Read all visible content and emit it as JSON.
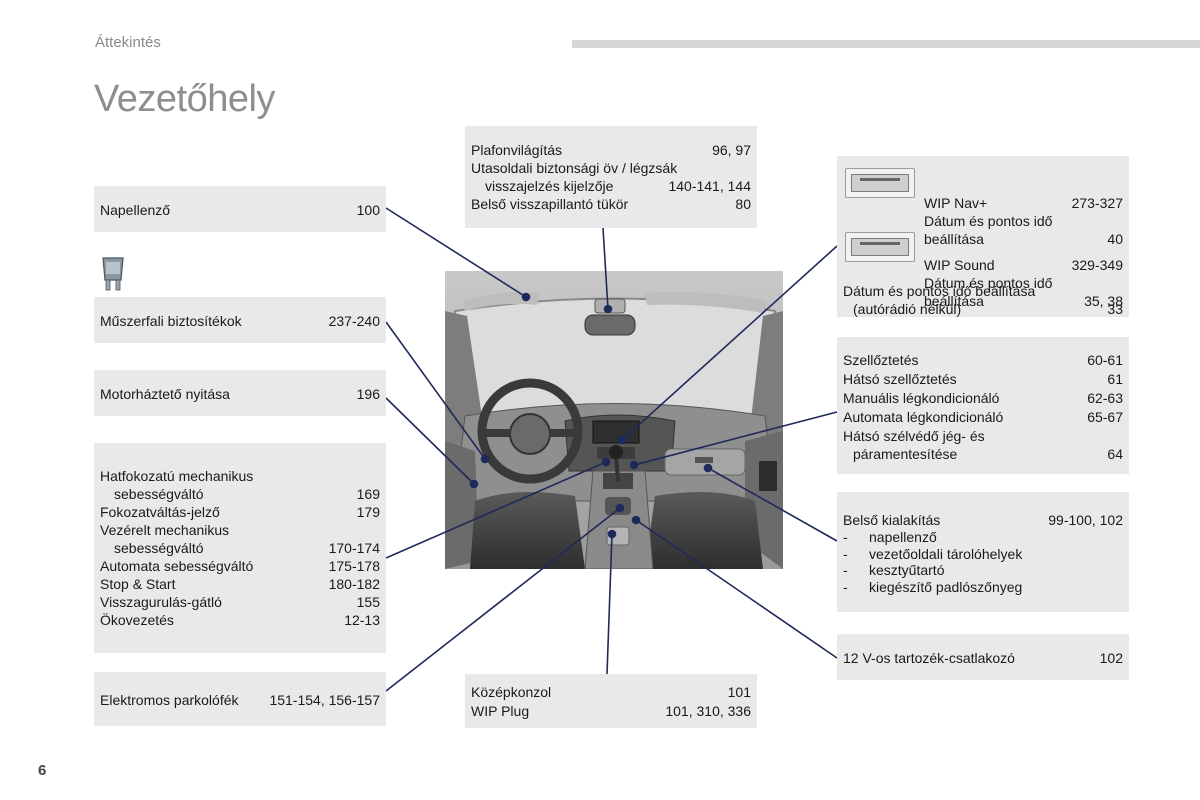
{
  "header": {
    "section": "Áttekintés",
    "title": "Vezetőhely"
  },
  "page_number": "6",
  "colors": {
    "box_bg": "#e9e9e9",
    "leader_line": "#1e2a5a",
    "title_gray": "#8e8e8e"
  },
  "left": {
    "napellenzo": {
      "label": "Napellenző",
      "ref": "100"
    },
    "fuse_icon": "fuse-icon",
    "biztositekok": {
      "label": "Műszerfali biztosítékok",
      "ref": "237-240"
    },
    "motorhazteto": {
      "label": "Motorháztető nyitása",
      "ref": "196"
    },
    "gearbox": [
      {
        "l1": "Hatfokozatú mechanikus",
        "l2": "sebességváltó",
        "ref": "169"
      },
      {
        "l1": "Fokozatváltás-jelző",
        "ref": "179"
      },
      {
        "l1": "Vezérelt mechanikus",
        "l2": "sebességváltó",
        "ref": "170-174"
      },
      {
        "l1": "Automata sebességváltó",
        "ref": "175-178"
      },
      {
        "l1": "Stop & Start",
        "ref": "180-182"
      },
      {
        "l1": "Visszagurulás-gátló",
        "ref": "155"
      },
      {
        "l1": "Ökovezetés",
        "ref": "12-13"
      }
    ],
    "parkolofek": {
      "label": "Elektromos parkolófék",
      "ref": "151-154, 156-157"
    }
  },
  "top": {
    "plafon": {
      "label": "Plafonvilágítás",
      "ref": "96, 97"
    },
    "utasoldali": {
      "l1": "Utasoldali biztonsági öv / légzsák",
      "l2": "visszajelzés kijelzője",
      "ref": "140-141, 144"
    },
    "tukor": {
      "label": "Belső visszapillantó tükör",
      "ref": "80"
    }
  },
  "right": {
    "wip_nav": {
      "label": "WIP Nav+",
      "ref": "273-327",
      "sub1": "Dátum és pontos idő",
      "sub2": "beállítása",
      "sub_ref": "40"
    },
    "wip_sound": {
      "label": "WIP Sound",
      "ref": "329-349",
      "sub1": "Dátum és pontos idő",
      "sub2": "beállítása",
      "sub_ref": "35, 38"
    },
    "no_radio": {
      "l1": "Dátum és pontos idő beállítása",
      "l2": "(autórádió nélkül)",
      "ref": "33"
    },
    "hvac": [
      {
        "label": "Szellőztetés",
        "ref": "60-61"
      },
      {
        "label": "Hátsó szellőztetés",
        "ref": "61"
      },
      {
        "label": "Manuális légkondicionáló",
        "ref": "62-63"
      },
      {
        "label": "Automata légkondicionáló",
        "ref": "65-67"
      }
    ],
    "hatso_szelvedo": {
      "l1": "Hátsó szélvédő jég- és",
      "l2": "páramentesítése",
      "ref": "64"
    },
    "belso": {
      "label": "Belső kialakítás",
      "ref": "99-100, 102",
      "items": [
        "napellenző",
        "vezetőoldali tárolóhelyek",
        "kesztyűtartó",
        "kiegészítő padlószőnyeg"
      ]
    },
    "csatlakozo": {
      "label": "12 V-os tartozék-csatlakozó",
      "ref": "102"
    }
  },
  "bottom": {
    "kozepkonzol": {
      "label": "Középkonzol",
      "ref": "101"
    },
    "wip_plug": {
      "label": "WIP Plug",
      "ref": "101, 310, 336"
    }
  },
  "image": {
    "subject": "dashboard-illustration"
  }
}
